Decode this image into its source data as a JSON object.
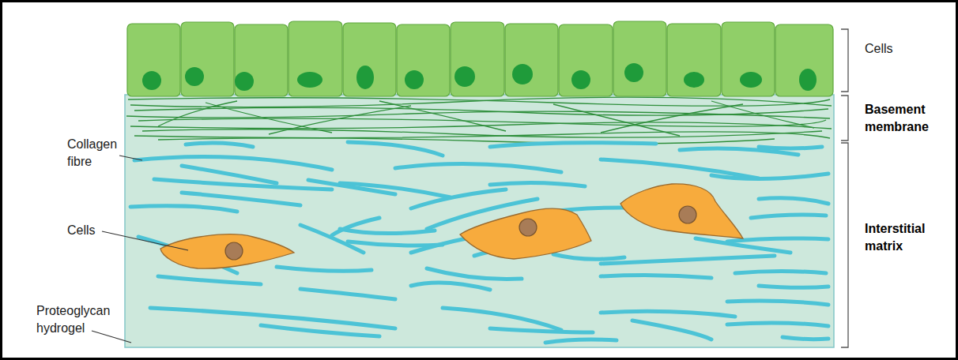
{
  "diagram": {
    "labels": [
      "Cells",
      "Basement membrane",
      "Collagen fibre",
      "Cells",
      "Interstitial matrix",
      "Proteoglycan hydrogel"
    ]
  }
}
